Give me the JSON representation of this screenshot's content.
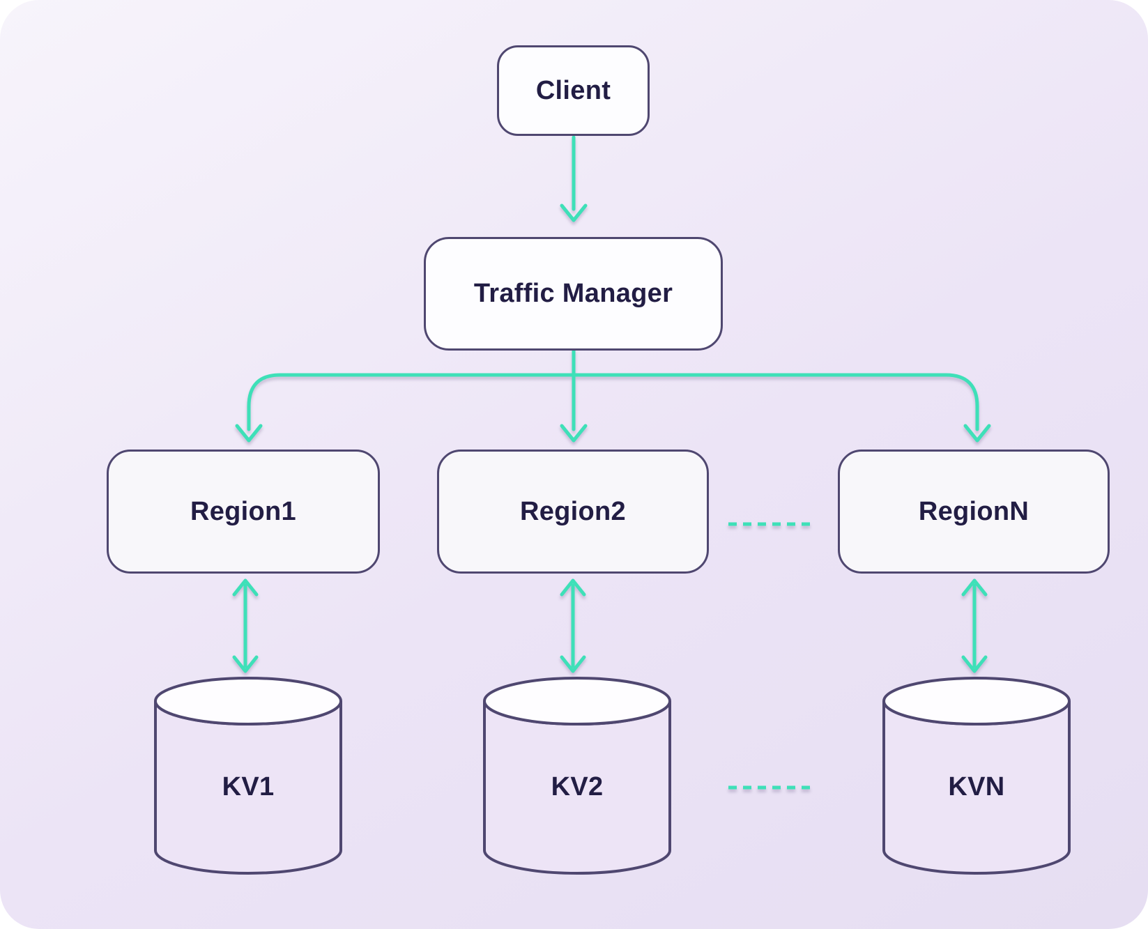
{
  "palette": {
    "canvas_bg_start": "#f7f4fb",
    "canvas_bg_end": "#e6def2",
    "node_fill": "#fdfdff",
    "region_fill": "#f8f7fa",
    "cylinder_fill": "#ede4f6",
    "cylinder_top_fill": "#fefdff",
    "border_purple": "#4f4770",
    "text_navy": "#221d44",
    "accent_teal": "#3ee0b8"
  },
  "diagram": {
    "client": {
      "label": "Client"
    },
    "traffic_manager": {
      "label": "Traffic Manager"
    },
    "regions": [
      {
        "label": "Region1"
      },
      {
        "label": "Region2"
      },
      {
        "label": "RegionN"
      }
    ],
    "kv_stores": [
      {
        "label": "KV1"
      },
      {
        "label": "KV2"
      },
      {
        "label": "KVN"
      }
    ]
  }
}
